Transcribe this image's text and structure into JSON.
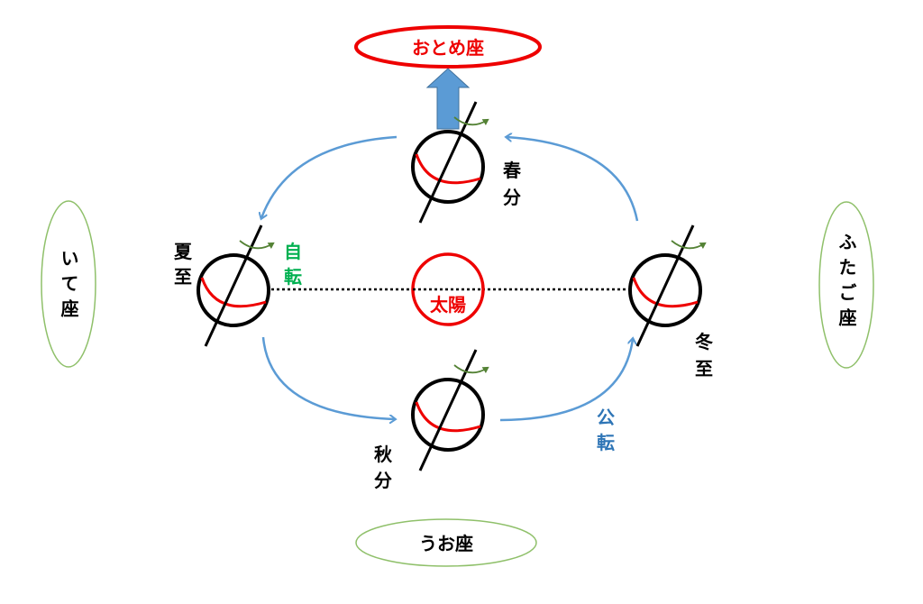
{
  "constellations": {
    "virgo": "おとめ座",
    "sagittarius": "いて座",
    "gemini": "ふたご座",
    "pisces": "うお座"
  },
  "sun": "太陽",
  "seasons": {
    "spring_equinox": [
      "春",
      "分"
    ],
    "summer_solstice": [
      "夏",
      "至"
    ],
    "autumn_equinox": [
      "秋",
      "分"
    ],
    "winter_solstice": [
      "冬",
      "至"
    ]
  },
  "rotation_label": [
    "自",
    "転"
  ],
  "revolution_label": [
    "公",
    "転"
  ],
  "colors": {
    "red": "#ee0000",
    "green": "#00b050",
    "blue": "#5b9bd5",
    "revolution_text": "#2e75b6",
    "ellipse_green": "#8fc06a",
    "rotation_arrow": "#548235"
  }
}
